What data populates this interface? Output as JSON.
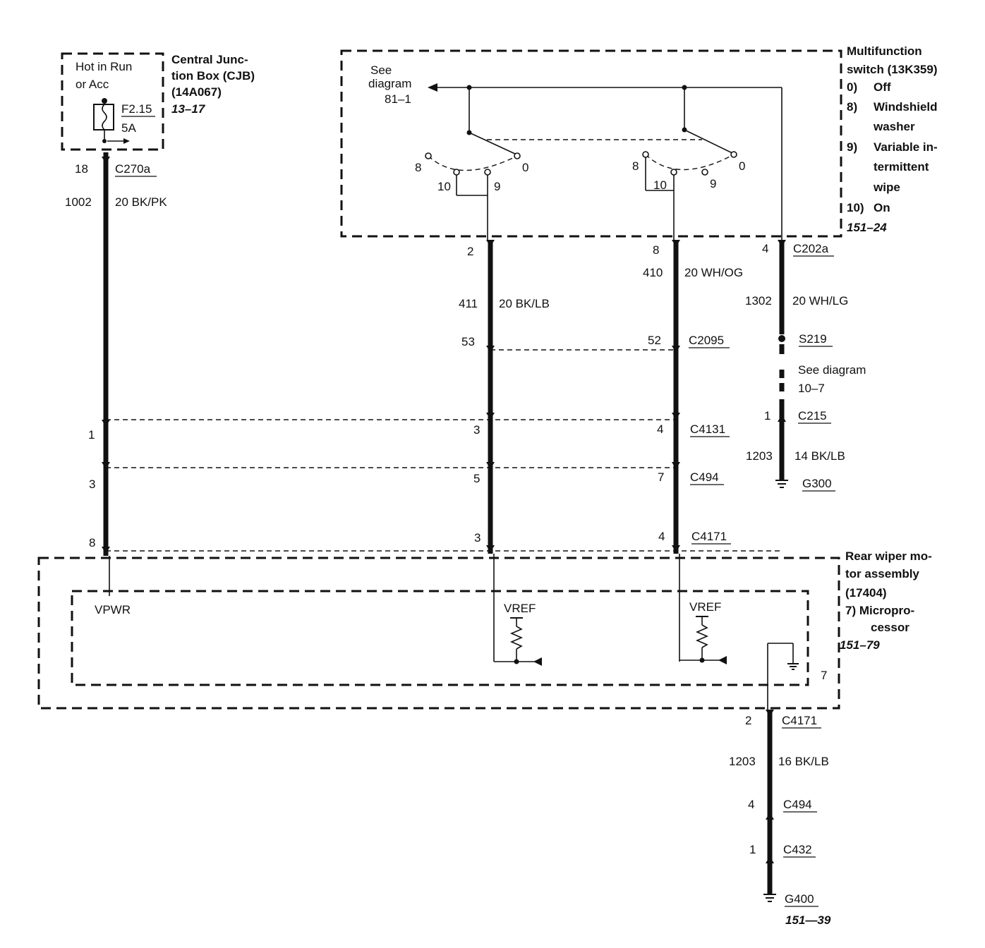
{
  "cjb": {
    "hot_line1": "Hot in Run",
    "hot_line2": "or Acc",
    "fuse": "F2.15",
    "fuse_rating": "5A",
    "title_line1": "Central Junc-",
    "title_line2": "tion Box (CJB)",
    "part": "(14A067)",
    "ref": "13–17"
  },
  "left_wire": {
    "pin": "18",
    "connector": "C270a",
    "circuit": "1002",
    "spec": "20 BK/PK"
  },
  "mfs": {
    "see_line1": "See",
    "see_line2": "diagram",
    "see_line3": "81–1",
    "title_line1": "Multifunction",
    "title_line2": "switch (13K359)",
    "legend": [
      {
        "num": "0)",
        "text": "Off"
      },
      {
        "num": "8)",
        "text": "Windshield"
      },
      {
        "num": "",
        "text": "washer"
      },
      {
        "num": "9)",
        "text": "Variable in-"
      },
      {
        "num": "",
        "text": "termittent"
      },
      {
        "num": "",
        "text": "wipe"
      },
      {
        "num": "10)",
        "text": "On"
      }
    ],
    "ref": "151–24",
    "sw1": {
      "p8": "8",
      "p10": "10",
      "p9": "9",
      "p0": "0"
    },
    "sw2": {
      "p8": "8",
      "p10": "10",
      "p9": "9",
      "p0": "0"
    }
  },
  "mid1": {
    "pin": "2",
    "circuit": "411",
    "spec": "20 BK/LB",
    "c2095_pin": "53"
  },
  "mid2": {
    "pin": "8",
    "circuit": "410",
    "spec": "20 WH/OG",
    "c2095_pin": "52",
    "c2095": "C2095"
  },
  "right_wire": {
    "pin": "4",
    "connector": "C202a",
    "circuit": "1302",
    "spec": "20 WH/LG",
    "splice": "S219",
    "see_line1": "See diagram",
    "see_line2": "10–7",
    "c215_pin": "1",
    "c215": "C215",
    "circuit2": "1203",
    "spec2": "14 BK/LB",
    "ground": "G300"
  },
  "c4131": {
    "name": "C4131",
    "pins": [
      "1",
      "3",
      "4"
    ]
  },
  "c494": {
    "name": "C494",
    "pins": [
      "3",
      "5",
      "7"
    ]
  },
  "c4171": {
    "name": "C4171",
    "pins": [
      "8",
      "3",
      "4"
    ]
  },
  "motor": {
    "title_line1": "Rear wiper mo-",
    "title_line2": "tor assembly",
    "part": "(17404)",
    "item_line1": "7)   Micropro-",
    "item_line2": "cessor",
    "ref": "151–79",
    "vpwr": "VPWR",
    "vref1": "VREF",
    "vref2": "VREF",
    "pin7": "7"
  },
  "ground_wire": {
    "c4171_pin": "2",
    "c4171": "C4171",
    "circuit": "1203",
    "spec": "16 BK/LB",
    "c494_pin": "4",
    "c494": "C494",
    "c432_pin": "1",
    "c432": "C432",
    "ground": "G400",
    "ref": "151—39"
  }
}
